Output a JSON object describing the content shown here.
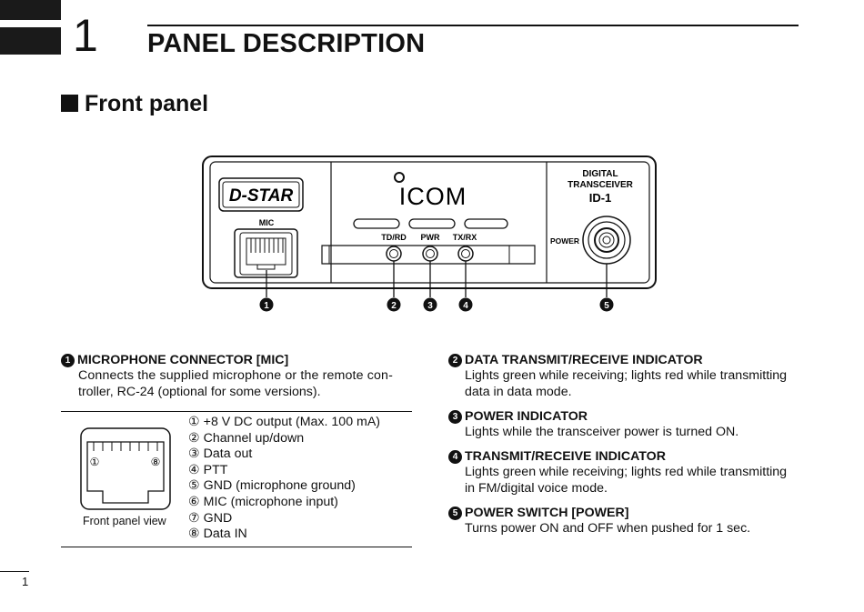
{
  "header": {
    "chapter_number": "1",
    "title": "PANEL DESCRIPTION"
  },
  "section": {
    "title": "Front panel"
  },
  "panel": {
    "brand_logo": "D-STAR",
    "maker_logo": "ICOM",
    "model_line1": "DIGITAL",
    "model_line2": "TRANSCEIVER",
    "model": "ID-1",
    "mic_label": "MIC",
    "power_label": "POWER",
    "indicators": [
      "TD/RD",
      "PWR",
      "TX/RX"
    ],
    "callouts": [
      "❶",
      "❷",
      "❸",
      "❹",
      "❺"
    ]
  },
  "items": {
    "mic": {
      "num": "1",
      "title": "MICROPHONE CONNECTOR [MIC]",
      "desc_line1": "Connects the supplied microphone or the remote con-",
      "desc_line2": "troller, RC-24 (optional for some versions)."
    },
    "data_ind": {
      "num": "2",
      "title": "DATA TRANSMIT/RECEIVE INDICATOR",
      "desc_line1": "Lights green while receiving; lights red while transmitting",
      "desc_line2": "data in data mode."
    },
    "power_ind": {
      "num": "3",
      "title": "POWER INDICATOR",
      "desc_line1": "Lights while the transceiver power is turned ON."
    },
    "txrx_ind": {
      "num": "4",
      "title": "TRANSMIT/RECEIVE INDICATOR",
      "desc_line1": "Lights green while receiving; lights red while transmitting",
      "desc_line2": "in FM/digital voice mode."
    },
    "power_sw": {
      "num": "5",
      "title": "POWER SWITCH [POWER]",
      "desc_line1": "Turns power ON and OFF when pushed for 1 sec."
    }
  },
  "connector": {
    "caption": "Front panel view",
    "pin_first": "①",
    "pin_last": "⑧",
    "pins": [
      "① +8 V DC output (Max. 100 mA)",
      "② Channel up/down",
      "③ Data out",
      "④ PTT",
      "⑤ GND (microphone ground)",
      "⑥ MIC (microphone input)",
      "⑦ GND",
      "⑧ Data IN"
    ]
  },
  "footer": {
    "page_number": "1"
  }
}
